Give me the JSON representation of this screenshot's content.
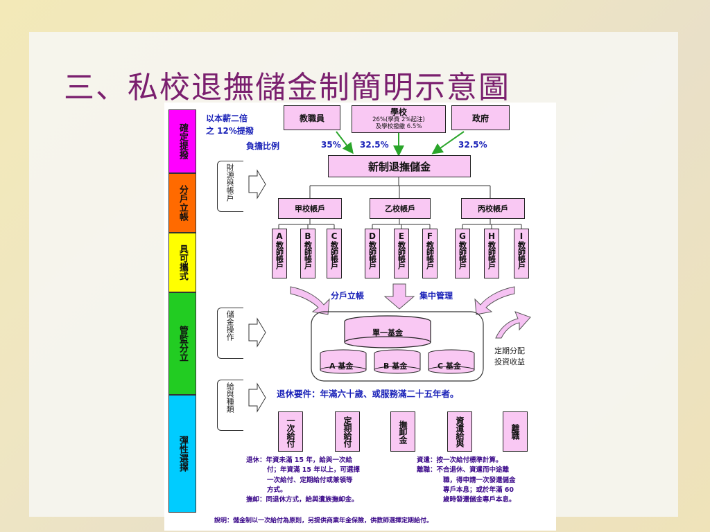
{
  "slide": {
    "title": "三、私校退撫儲金制簡明示意圖"
  },
  "strips": [
    {
      "label": "確定提撥",
      "color": "#ff00ff"
    },
    {
      "label": "分戶立帳",
      "color": "#ff6a00"
    },
    {
      "label": "具可攜式",
      "color": "#ffff00"
    },
    {
      "label": "管監分立",
      "color": "#22cc22"
    },
    {
      "label": "彈性選擇",
      "color": "#00ccff"
    }
  ],
  "contrib": {
    "note_line1": "以本薪二倍",
    "note_line2": "之 12%提撥",
    "ratio_label": "負擔比例",
    "staff": "教職員",
    "school_title": "學校",
    "school_line1": "26%(學費 2%起注)",
    "school_line2": "及學校撥繳 6.5%",
    "government": "政府",
    "pct_staff": "35%",
    "pct_school": "32.5%",
    "pct_gov": "32.5%"
  },
  "fund": {
    "main": "新制退撫儲金",
    "source_label": "財源與帳戶",
    "accounts": [
      "甲校帳戶",
      "乙校帳戶",
      "丙校帳戶"
    ],
    "teachers": [
      {
        "letter": "A",
        "label": "教師帳戶"
      },
      {
        "letter": "B",
        "label": "教師帳戶"
      },
      {
        "letter": "C",
        "label": "教師帳戶"
      },
      {
        "letter": "D",
        "label": "教師帳戶"
      },
      {
        "letter": "E",
        "label": "教師帳戶"
      },
      {
        "letter": "F",
        "label": "教師帳戶"
      },
      {
        "letter": "G",
        "label": "教師帳戶"
      },
      {
        "letter": "H",
        "label": "教師帳戶"
      },
      {
        "letter": "I",
        "label": "教師帳戶"
      }
    ],
    "split_label": "分戶立帳",
    "central_label": "集中管理"
  },
  "operation": {
    "side_label": "儲金操作",
    "single_fund": "單一基金",
    "sub_funds": [
      "A 基金",
      "B 基金",
      "C 基金"
    ],
    "periodic_line1": "定期分配",
    "periodic_line2": "投資收益"
  },
  "payout": {
    "side_label": "給與種類",
    "requirement": "退休要件：年滿六十歲、或服務滿二十五年者。",
    "types": [
      "一次給付",
      "定期給付",
      "撫卹金",
      "資遣給與",
      "離職"
    ],
    "notes_left": [
      "退休：年資未滿 15 年，給與一次給",
      "付；年資滿 15 年以上，可選擇",
      "一次給付、定期給付或兼領等",
      "方式。",
      "撫卹：同退休方式，給與遺族撫卹金。"
    ],
    "notes_right": [
      "資遣：按一次給付標準計算。",
      "離職：不合退休、資遣而中途離",
      "職，得申請一次發還儲金",
      "專戶本息；或於年滿 60",
      "歲時發還儲金專戶本息。"
    ],
    "footer": "說明：儲金制以一次給付為原則，另提供商業年金保險，供教師選擇定期給付。"
  }
}
